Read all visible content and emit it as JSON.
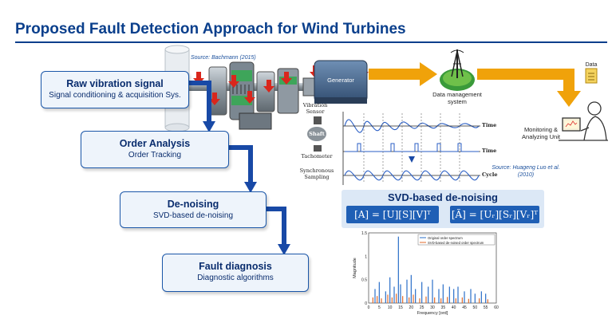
{
  "title": "Proposed Fault Detection Approach for Wind Turbines",
  "source_bachmann": "Source: Bachmann (2015)",
  "source_luo": "Source: Huageng Luo et al. (2010)",
  "generator_label": "Generator",
  "steps": [
    {
      "heading": "Raw vibration signal",
      "sub": "Signal conditioning & acquisition Sys."
    },
    {
      "heading": "Order Analysis",
      "sub": "Order Tracking"
    },
    {
      "heading": "De-noising",
      "sub": "SVD-based de-noising"
    },
    {
      "heading": "Fault diagnosis",
      "sub": "Diagnostic algorithms"
    }
  ],
  "data_management": "Data management system",
  "data_label": "Data",
  "monitoring_label": "Monitoring & Analyzing Unit",
  "signal_labels": {
    "vibration_sensor": "Vibration Sensor",
    "shaft": "Shaft",
    "tachometer": "Tachometer",
    "synchronous_sampling": "Synchronous Sampling",
    "time": "Time",
    "cycle": "Cycle"
  },
  "svd": {
    "title": "SVD-based de-noising",
    "eq1": "[A] = [U][S][V]ᵀ",
    "eq2": "[Ã] = [Uᵣ][Sᵣ][Vᵣ]ᵀ"
  },
  "chart_data": {
    "type": "bar",
    "xlabel": "Frequency [ord]",
    "ylabel": "Magnitude",
    "xlim": [
      0,
      60
    ],
    "ylim": [
      0,
      1.5
    ],
    "xticks": [
      "0",
      "5",
      "10",
      "15",
      "20",
      "25",
      "30",
      "35",
      "40",
      "45",
      "50",
      "55",
      "60"
    ],
    "yticks": [
      "0",
      "0.5",
      "1",
      "1.5"
    ],
    "series": [
      {
        "name": "Original order spectrum",
        "color": "#2a6fc9",
        "x": [
          3,
          5,
          8,
          10,
          12,
          14,
          15,
          18,
          20,
          22,
          25,
          28,
          30,
          33,
          35,
          38,
          40,
          42,
          45,
          48,
          50,
          53,
          55
        ],
        "values": [
          0.3,
          0.45,
          0.25,
          0.55,
          0.35,
          1.42,
          0.4,
          0.5,
          0.6,
          0.3,
          0.45,
          0.35,
          0.5,
          0.3,
          0.4,
          0.35,
          0.3,
          0.35,
          0.25,
          0.3,
          0.2,
          0.25,
          0.2
        ]
      },
      {
        "name": "SVD-based de-noised order spectrum",
        "color": "#e06a2a",
        "x": [
          2,
          4,
          6,
          9,
          11,
          13,
          16,
          19,
          21,
          24,
          27,
          31,
          34,
          37,
          41,
          44,
          47,
          52,
          56
        ],
        "values": [
          0.12,
          0.15,
          0.1,
          0.18,
          0.12,
          0.2,
          0.15,
          0.12,
          0.18,
          0.1,
          0.14,
          0.12,
          0.1,
          0.13,
          0.1,
          0.12,
          0.09,
          0.1,
          0.08
        ]
      }
    ],
    "legend": "top-right"
  }
}
